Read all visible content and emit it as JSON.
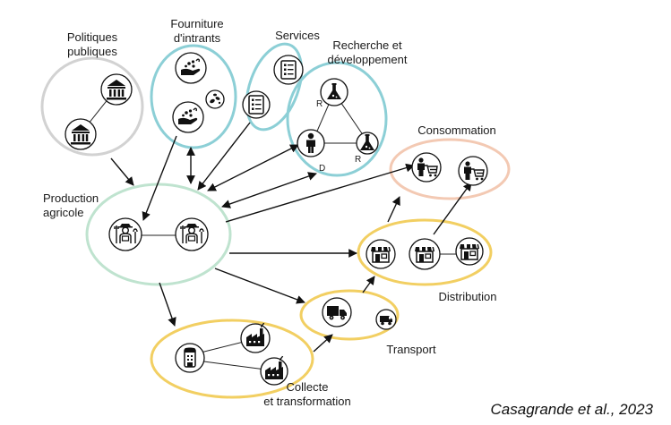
{
  "labels": {
    "politiques_line1": "Politiques",
    "politiques_line2": "publiques",
    "fourniture_line1": "Fourniture",
    "fourniture_line2": "d'intrants",
    "services": "Services",
    "recherche_line1": "Recherche et",
    "recherche_line2": "développement",
    "consommation": "Consommation",
    "production_line1": "Production",
    "production_line2": "agricole",
    "distribution": "Distribution",
    "transport": "Transport",
    "collecte_line1": "Collecte",
    "collecte_line2": "et transformation"
  },
  "rd_letters": {
    "top": "R",
    "bottom_left": "D",
    "bottom_right": "R"
  },
  "citation": "Casagrande et al., 2023",
  "colors": {
    "politiques": "#d2d2d2",
    "intrants": "#8ccfd6",
    "services": "#8ccfd6",
    "recherche": "#8ccfd6",
    "consommation": "#f3c9b3",
    "production": "#bfe3cf",
    "distribution": "#f2cf62",
    "transport": "#f2cf62",
    "collecte": "#f2cf62"
  },
  "icons": [
    "bank-icon",
    "hand-seeds-icon",
    "seeds-icon",
    "checklist-icon",
    "flask-icon",
    "person-icon",
    "farmer-icon",
    "shopping-cart-person-icon",
    "shop-icon",
    "truck-icon",
    "van-icon",
    "silo-icon",
    "factory-icon"
  ]
}
